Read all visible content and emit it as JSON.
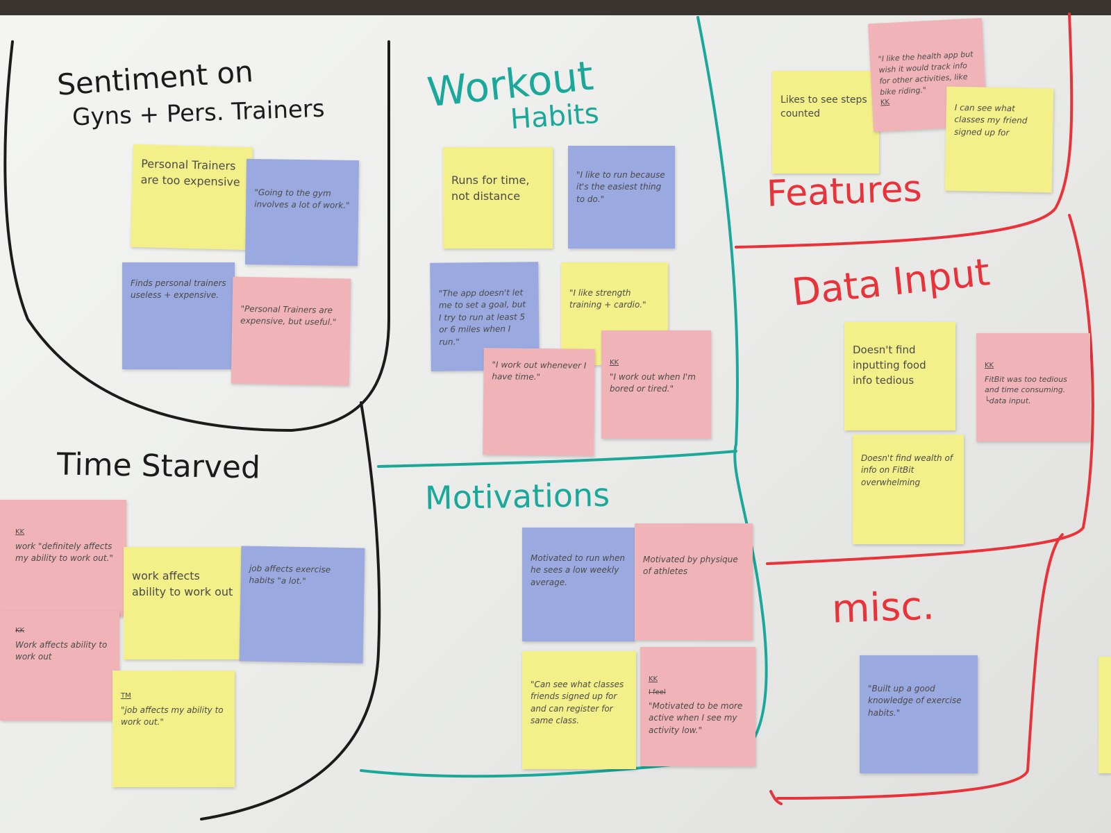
{
  "colors": {
    "black_marker": "#1b1b1b",
    "teal_marker": "#1aa89a",
    "red_marker": "#e8333a",
    "note_yellow": "#f3f08a",
    "note_blue": "#9aa9e0",
    "note_pink": "#f0b4b8"
  },
  "sections": {
    "sentiment": {
      "title_line1": "Sentiment on",
      "title_line2": "Gyns + Pers. Trainers",
      "notes": [
        {
          "text": "Personal Trainers are too expensive"
        },
        {
          "text": "\"Going to the gym involves a lot of work.\""
        },
        {
          "text": "Finds personal trainers useless + expensive."
        },
        {
          "text": "\"Personal Trainers are expensive, but useful.\""
        }
      ]
    },
    "workout": {
      "title_line1": "Workout",
      "title_line2": "Habits",
      "notes": [
        {
          "text": "Runs for time, not distance"
        },
        {
          "text": "\"I like to run because it's the easiest thing to do.\""
        },
        {
          "text": "\"The app doesn't let me to set a goal, but I try to run at least 5 or 6 miles when I run.\""
        },
        {
          "text": "\"I like strength training + cardio.\""
        },
        {
          "text": "\"I work out whenever I have time.\""
        },
        {
          "tag": "KK",
          "text": "\"I work out when I'm bored or tired.\""
        }
      ]
    },
    "features": {
      "title": "Features",
      "notes": [
        {
          "text": "Likes to see steps counted"
        },
        {
          "tag": "KK",
          "text": "\"I like the health app but wish it would track info for other activities, like bike riding.\""
        },
        {
          "text": "I can see what classes my friend signed up for"
        }
      ]
    },
    "data_input": {
      "title": "Data Input",
      "notes": [
        {
          "text": "Doesn't find inputting food info tedious"
        },
        {
          "tag": "KK",
          "text": "FitBit was too tedious and time consuming. └data input."
        },
        {
          "text": "Doesn't find wealth of info on FitBit overwhelming"
        }
      ]
    },
    "time_starved": {
      "title": "Time Starved",
      "notes": [
        {
          "tag": "KK",
          "text": "work \"definitely affects my ability to work out.\""
        },
        {
          "text": "work affects ability to work out"
        },
        {
          "text": "job affects exercise habits \"a lot.\""
        },
        {
          "struck": "KK",
          "text": "Work affects ability to work out"
        },
        {
          "tag": "TM",
          "text": "\"job affects my ability to work out.\""
        }
      ]
    },
    "motivations": {
      "title": "Motivations",
      "notes": [
        {
          "text": "Motivated to run when he sees a low weekly average."
        },
        {
          "text": "Motivated by physique of athletes"
        },
        {
          "text": "\"Can see what classes friends signed up for and can register for same class."
        },
        {
          "tag": "KK",
          "struck": "I feel",
          "text": "\"Motivated to be more active when I see my activity low.\""
        }
      ]
    },
    "misc": {
      "title": "misc.",
      "notes": [
        {
          "text": "\"Built up a good knowledge of exercise habits.\""
        }
      ]
    }
  }
}
